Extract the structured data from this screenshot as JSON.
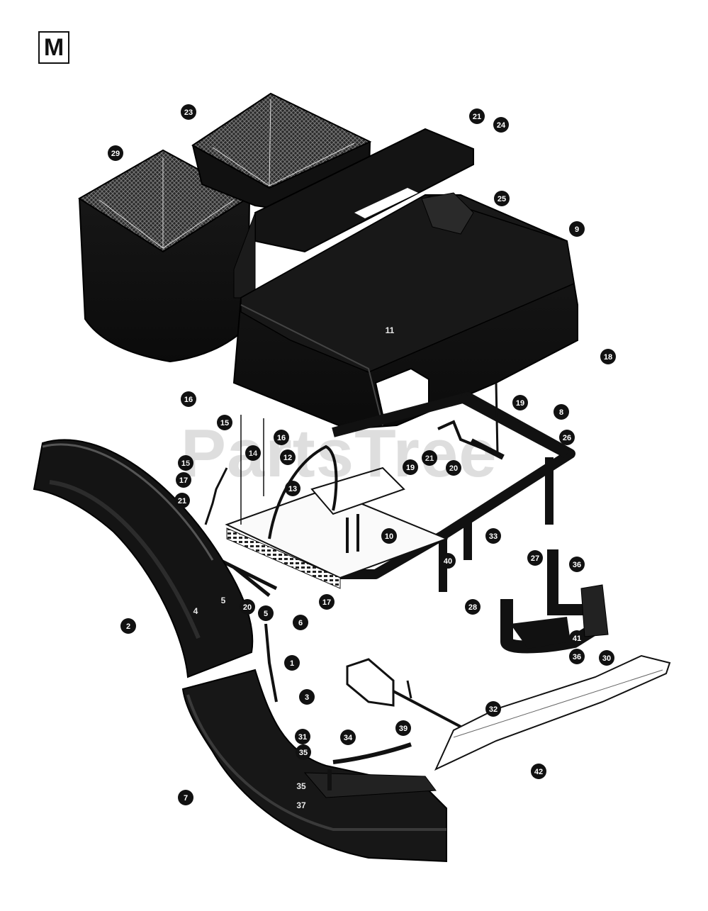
{
  "section_letter": "M",
  "watermark": "PartsTree",
  "colors": {
    "ink": "#111111",
    "shade": "#3a3a3a",
    "paper": "#ffffff",
    "callout_fill": "#111111",
    "callout_text": "#ffffff"
  },
  "callouts": [
    {
      "id": "c29",
      "label": "29"
    },
    {
      "id": "c23",
      "label": "23"
    },
    {
      "id": "c21a",
      "label": "21"
    },
    {
      "id": "c24",
      "label": "24"
    },
    {
      "id": "c25",
      "label": "25"
    },
    {
      "id": "c9",
      "label": "9"
    },
    {
      "id": "c18",
      "label": "18"
    },
    {
      "id": "c16a",
      "label": "16"
    },
    {
      "id": "c19a",
      "label": "19"
    },
    {
      "id": "c8",
      "label": "8"
    },
    {
      "id": "c26",
      "label": "26"
    },
    {
      "id": "c15a",
      "label": "15"
    },
    {
      "id": "c16b",
      "label": "16"
    },
    {
      "id": "c19b",
      "label": "19"
    },
    {
      "id": "c21b",
      "label": "21"
    },
    {
      "id": "c20a",
      "label": "20"
    },
    {
      "id": "c15b",
      "label": "15"
    },
    {
      "id": "c14",
      "label": "14"
    },
    {
      "id": "c12",
      "label": "12"
    },
    {
      "id": "c13",
      "label": "13"
    },
    {
      "id": "c17a",
      "label": "17"
    },
    {
      "id": "c21c",
      "label": "21"
    },
    {
      "id": "c10",
      "label": "10"
    },
    {
      "id": "c33",
      "label": "33"
    },
    {
      "id": "c40",
      "label": "40"
    },
    {
      "id": "c27",
      "label": "27"
    },
    {
      "id": "c36a",
      "label": "36"
    },
    {
      "id": "c20b",
      "label": "20"
    },
    {
      "id": "c17b",
      "label": "17"
    },
    {
      "id": "c28",
      "label": "28"
    },
    {
      "id": "c2",
      "label": "2"
    },
    {
      "id": "c5",
      "label": "5"
    },
    {
      "id": "c6",
      "label": "6"
    },
    {
      "id": "c41",
      "label": "41"
    },
    {
      "id": "c36b",
      "label": "36"
    },
    {
      "id": "c30",
      "label": "30"
    },
    {
      "id": "c1",
      "label": "1"
    },
    {
      "id": "c3",
      "label": "3"
    },
    {
      "id": "c32",
      "label": "32"
    },
    {
      "id": "c39",
      "label": "39"
    },
    {
      "id": "c31",
      "label": "31"
    },
    {
      "id": "c35a",
      "label": "35"
    },
    {
      "id": "c34",
      "label": "34"
    },
    {
      "id": "c42",
      "label": "42"
    },
    {
      "id": "c7",
      "label": "7"
    }
  ],
  "inline_labels": [
    {
      "id": "t11",
      "label": "11"
    },
    {
      "id": "t4",
      "label": "4"
    },
    {
      "id": "t5",
      "label": "5"
    },
    {
      "id": "t35",
      "label": "35"
    },
    {
      "id": "t37",
      "label": "37"
    }
  ]
}
